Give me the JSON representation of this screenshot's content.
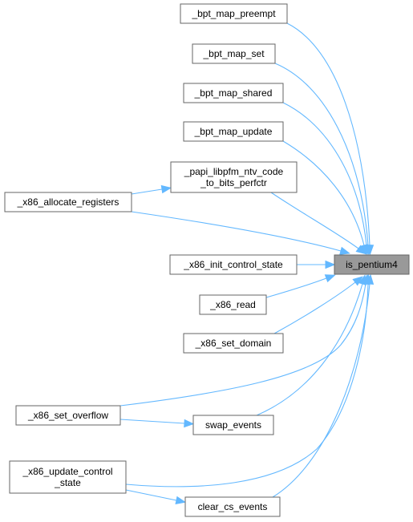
{
  "graph": {
    "target": "is_pentium4",
    "nodes": [
      {
        "id": "bpt_map_preempt",
        "lines": [
          "_bpt_map_preempt"
        ]
      },
      {
        "id": "bpt_map_set",
        "lines": [
          "_bpt_map_set"
        ]
      },
      {
        "id": "bpt_map_shared",
        "lines": [
          "_bpt_map_shared"
        ]
      },
      {
        "id": "bpt_map_update",
        "lines": [
          "_bpt_map_update"
        ]
      },
      {
        "id": "papi_libpfm",
        "lines": [
          "_papi_libpfm_ntv_code",
          "_to_bits_perfctr"
        ]
      },
      {
        "id": "x86_allocate_registers",
        "lines": [
          "_x86_allocate_registers"
        ]
      },
      {
        "id": "x86_init_control_state",
        "lines": [
          "_x86_init_control_state"
        ]
      },
      {
        "id": "is_pentium4",
        "lines": [
          "is_pentium4"
        ]
      },
      {
        "id": "x86_read",
        "lines": [
          "_x86_read"
        ]
      },
      {
        "id": "x86_set_domain",
        "lines": [
          "_x86_set_domain"
        ]
      },
      {
        "id": "x86_set_overflow",
        "lines": [
          "_x86_set_overflow"
        ]
      },
      {
        "id": "swap_events",
        "lines": [
          "swap_events"
        ]
      },
      {
        "id": "x86_update_control_state",
        "lines": [
          "_x86_update_control",
          "_state"
        ]
      },
      {
        "id": "clear_cs_events",
        "lines": [
          "clear_cs_events"
        ]
      }
    ],
    "edges": [
      {
        "from": "bpt_map_preempt",
        "to": "is_pentium4"
      },
      {
        "from": "bpt_map_set",
        "to": "is_pentium4"
      },
      {
        "from": "bpt_map_shared",
        "to": "is_pentium4"
      },
      {
        "from": "bpt_map_update",
        "to": "is_pentium4"
      },
      {
        "from": "papi_libpfm",
        "to": "is_pentium4"
      },
      {
        "from": "x86_allocate_registers",
        "to": "papi_libpfm"
      },
      {
        "from": "x86_allocate_registers",
        "to": "is_pentium4"
      },
      {
        "from": "x86_init_control_state",
        "to": "is_pentium4"
      },
      {
        "from": "x86_read",
        "to": "is_pentium4"
      },
      {
        "from": "x86_set_domain",
        "to": "is_pentium4"
      },
      {
        "from": "x86_set_overflow",
        "to": "is_pentium4"
      },
      {
        "from": "x86_set_overflow",
        "to": "swap_events"
      },
      {
        "from": "swap_events",
        "to": "is_pentium4"
      },
      {
        "from": "x86_update_control_state",
        "to": "is_pentium4"
      },
      {
        "from": "x86_update_control_state",
        "to": "clear_cs_events"
      },
      {
        "from": "clear_cs_events",
        "to": "is_pentium4"
      }
    ],
    "colors": {
      "edge": "#63b8ff",
      "target_fill": "#999999",
      "node_border": "#666666"
    }
  }
}
